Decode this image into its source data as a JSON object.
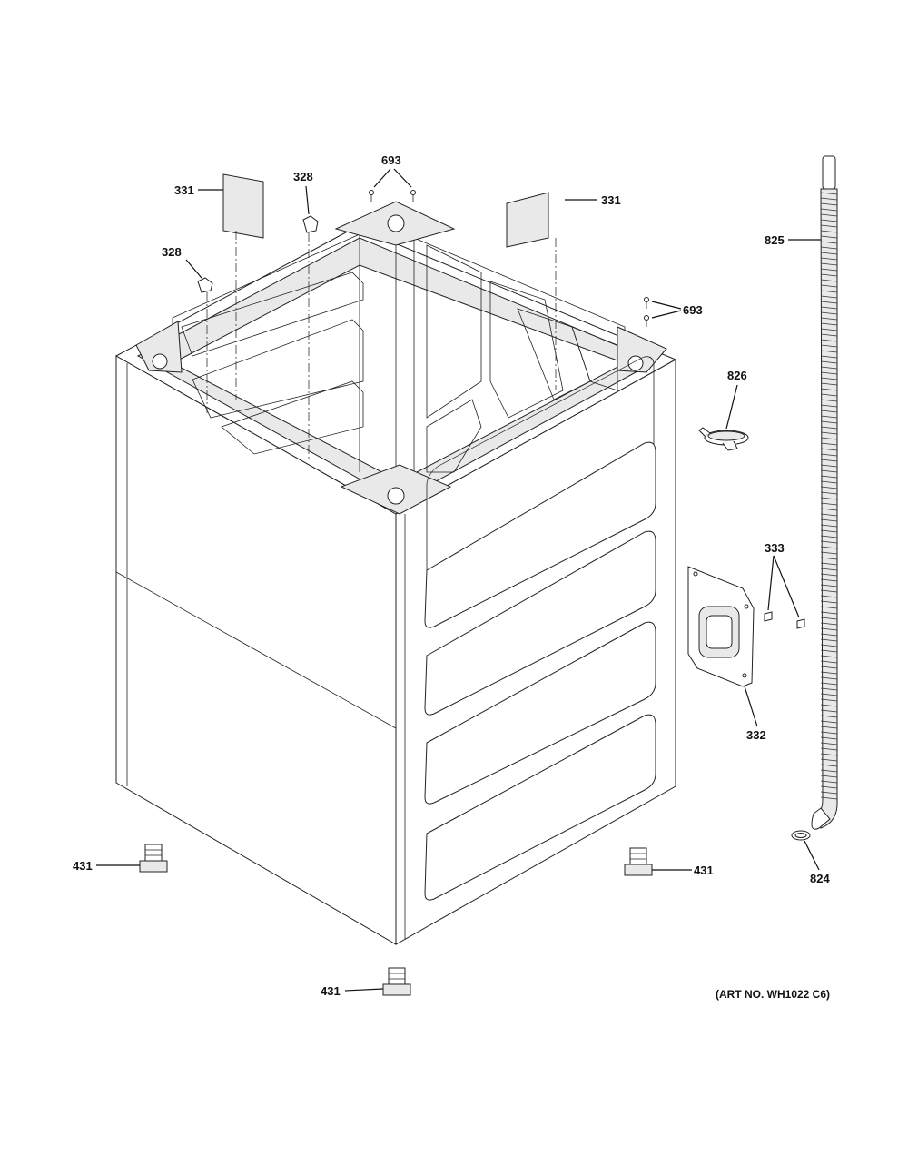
{
  "diagram": {
    "art_number": "(ART NO. WH1022 C6)",
    "callouts": {
      "pad_left": "331",
      "pad_right": "331",
      "clip_upper": "328",
      "clip_left": "328",
      "screws_top": "693",
      "screws_right": "693",
      "hose": "825",
      "hose_clamp": "826",
      "nuts": "333",
      "bracket": "332",
      "elbow_clamp": "824",
      "foot_left": "431",
      "foot_right": "431",
      "foot_front": "431"
    }
  }
}
